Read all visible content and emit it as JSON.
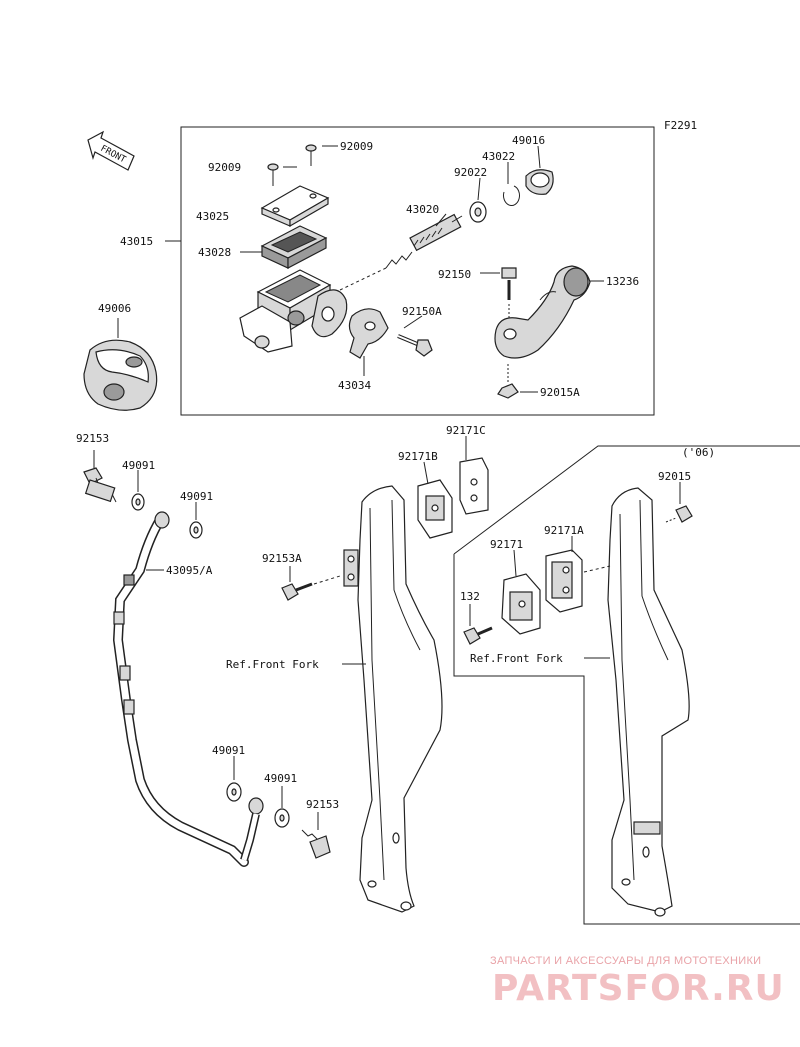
{
  "figure_code": "F2291",
  "front_label": "FRONT",
  "callouts": {
    "c43015": "43015",
    "c92009a": "92009",
    "c92009b": "92009",
    "c49016": "49016",
    "c43022": "43022",
    "c92022": "92022",
    "c43025": "43025",
    "c43020": "43020",
    "c43028": "43028",
    "c92150": "92150",
    "c13236": "13236",
    "c49006": "49006",
    "c92150A": "92150A",
    "c43034": "43034",
    "c92015A": "92015A",
    "c92153a": "92153",
    "c49091a": "49091",
    "c49091b": "49091",
    "c43095": "43095/A",
    "c92171C": "92171C",
    "c92171B": "92171B",
    "c92153A": "92153A",
    "c06": "('06)",
    "c92015": "92015",
    "c92171A": "92171A",
    "c92171": "92171",
    "c132": "132",
    "cRefFork1": "Ref.Front Fork",
    "cRefFork2": "Ref.Front Fork",
    "c49091c": "49091",
    "c49091d": "49091",
    "c92153b": "92153"
  },
  "watermark": {
    "line1": "ЗАПЧАСТИ И АКСЕССУАРЫ ДЛЯ МОТОТЕХНИКИ",
    "line2": "PARTSFOR.RU"
  },
  "colors": {
    "line": "#222222",
    "watermark_text": "#e9a3a8",
    "watermark_logo": "#f2c0c3"
  }
}
